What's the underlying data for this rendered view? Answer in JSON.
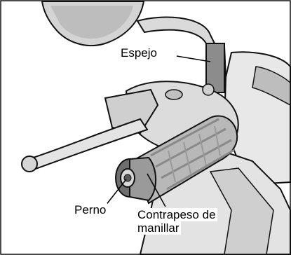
{
  "labels": {
    "mirror": "Espejo",
    "bolt": "Perno",
    "weight_line1": "Contrapeso de",
    "weight_line2": "manillar"
  },
  "colors": {
    "background": "#ffffff",
    "body_light": "#e6e6e6",
    "body_mid": "#c9c9c9",
    "body_dark": "#8a8a8a",
    "outline": "#111111",
    "leader": "#000000"
  }
}
